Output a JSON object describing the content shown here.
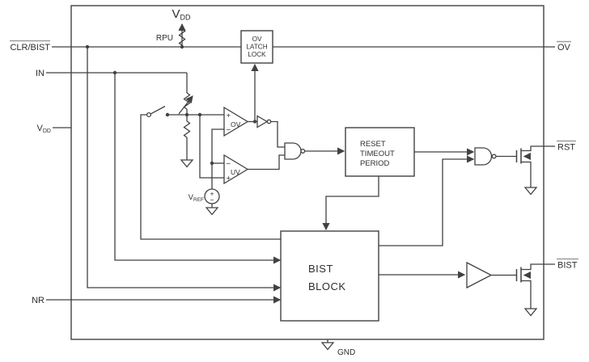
{
  "diagram": {
    "title_hint": "Supervisor with BIST functional block diagram",
    "pins": {
      "clr_bist": "CLR/BIST",
      "in": "IN",
      "vdd_base": "V",
      "vdd_sub": "DD",
      "nr": "NR",
      "ov": "OV",
      "rst": "RST",
      "bist": "BIST",
      "gnd": "GND"
    },
    "supply": {
      "vdd_base": "V",
      "vdd_sub": "DD",
      "rpu": "RPU"
    },
    "vref": {
      "base": "V",
      "sub": "REF",
      "plus": "+",
      "minus": "−"
    },
    "blocks": {
      "ov_latch_lock": {
        "line1": "OV",
        "line2": "LATCH",
        "line3": "LOCK"
      },
      "reset_timeout": {
        "line1": "RESET",
        "line2": "TIMEOUT",
        "line3": "PERIOD"
      },
      "bist_block": {
        "line1": "BIST",
        "line2": "BLOCK"
      }
    },
    "comparators": {
      "ov": {
        "label": "OV",
        "plus": "+",
        "minus": "−"
      },
      "uv": {
        "label": "UV",
        "plus": "+",
        "minus": "−"
      }
    },
    "colors": {
      "line": "#414141",
      "text": "#2e2e2e",
      "overline": "#9c9c9c",
      "background": "#ffffff"
    }
  }
}
